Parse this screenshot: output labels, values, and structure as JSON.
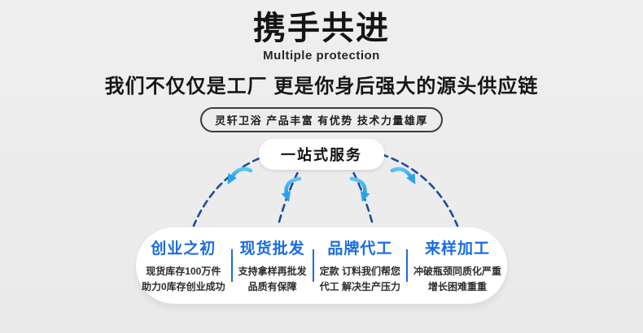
{
  "header": {
    "title": "携手共进",
    "subtitle_en": "Multiple protection",
    "tagline": "我们不仅仅是工厂  更是你身后强大的源头供应链",
    "badge": "灵轩卫浴  产品丰富  有优势 技术力量雄厚"
  },
  "diagram": {
    "pill_label": "一站式服务",
    "dash_color": "#1b4da0",
    "arrow_color": "#29a3ee"
  },
  "card": {
    "accent_color": "#1b6ce2",
    "columns": [
      {
        "title": "创业之初",
        "line1": "现货库存100万件",
        "line2": "助力0库存创业成功"
      },
      {
        "title": "现货批发",
        "line1": "支持拿样再批发",
        "line2": "品质有保障"
      },
      {
        "title": "品牌代工",
        "line1": "定款 订料我们帮您",
        "line2": "代工 解决生产压力"
      },
      {
        "title": "来样加工",
        "line1": "冲破瓶颈同质化严重",
        "line2": "增长困难重重"
      }
    ]
  }
}
